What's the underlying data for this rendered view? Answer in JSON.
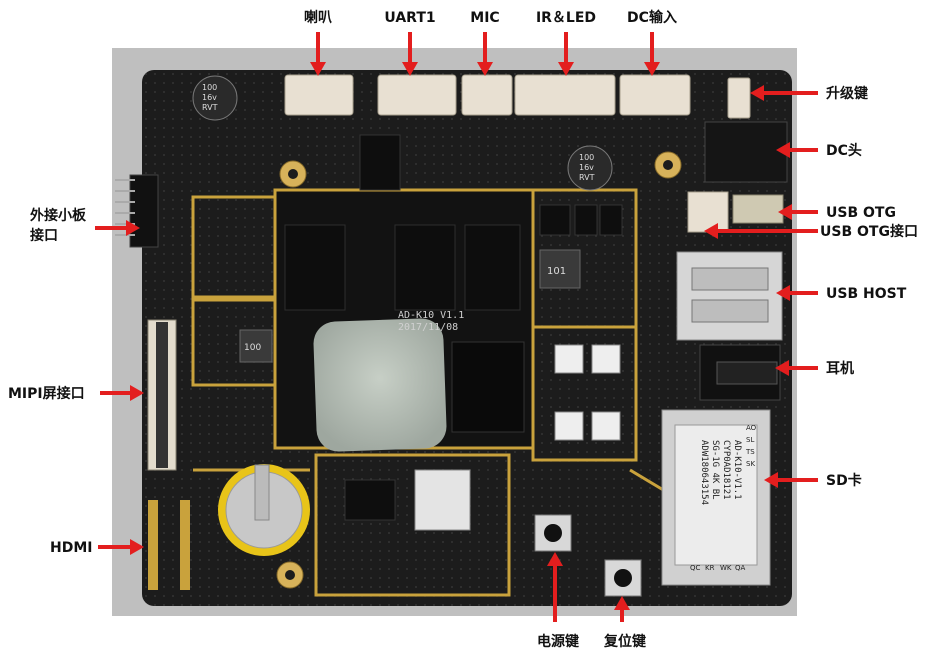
{
  "board": {
    "silkscreen_model": "AD-K10 V1.1",
    "silkscreen_date": "2017/11/08",
    "capacitor_text": [
      "100",
      "16v",
      "RVT"
    ],
    "inductor_text": "101",
    "inductor_text_2": "100",
    "sd_slot_text": [
      "AD-K10-V1.1",
      "CYP0AD18121",
      "SG-1G 4K BL",
      "ADW180643154"
    ],
    "sd_slot_grid": [
      "AO",
      "SL",
      "TS",
      "SK",
      "QC",
      "KR",
      "WK",
      "QA"
    ]
  },
  "labels": {
    "speaker": "喇叭",
    "uart1": "UART1",
    "mic": "MIC",
    "ir_led": "IR＆LED",
    "dc_in": "DC输入",
    "upgrade_key": "升级键",
    "dc_jack": "DC头",
    "usb_otg": "USB OTG",
    "usb_otg_port": "USB OTG接口",
    "ext_board_1": "外接小板",
    "ext_board_2": "接口",
    "usb_host": "USB HOST",
    "mipi": "MIPI屏接口",
    "earphone": "耳机",
    "sd_card": "SD卡",
    "hdmi": "HDMI",
    "power_key": "电源键",
    "reset_key": "复位键"
  },
  "colors": {
    "pcb": "#1c1c1c",
    "trace_gold": "#c9a23c",
    "connector_white": "#e8e0d2",
    "arrow_red": "#e31e1e"
  }
}
